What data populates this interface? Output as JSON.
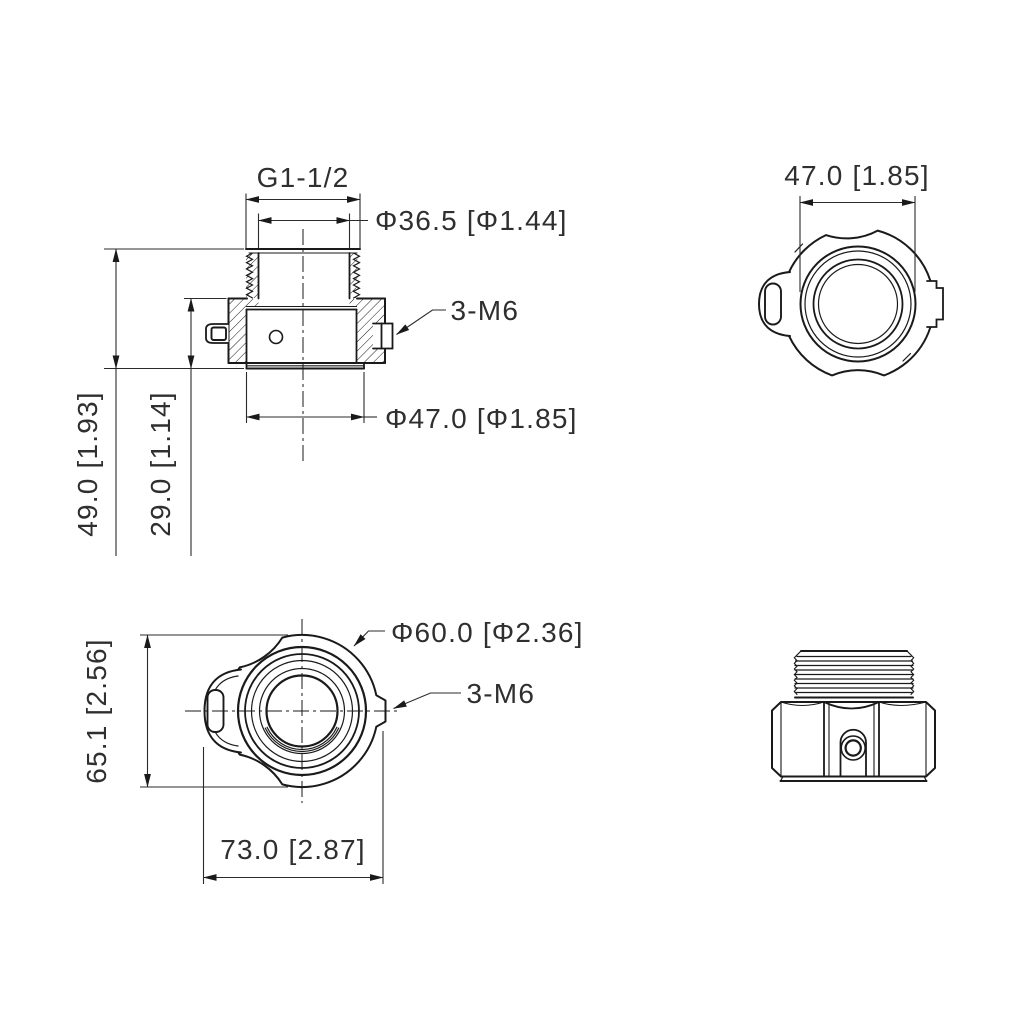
{
  "style": {
    "line_color": "#1a1a1a",
    "dim_line_color": "#2b2b2b",
    "text_color": "#2f2f2f",
    "background": "#ffffff"
  },
  "views": {
    "section": {
      "thread_spec": "G1-1/2",
      "thread_od": "Φ36.5 [Φ1.44]",
      "screw_callout": "3-M6",
      "base_dia": "Φ47.0 [Φ1.85]",
      "overall_height": "49.0 [1.93]",
      "body_height": "29.0 [1.14]"
    },
    "top": {
      "od": "47.0 [1.85]"
    },
    "front": {
      "od": "Φ60.0 [Φ2.36]",
      "screw_callout": "3-M6",
      "height": "65.1 [2.56]",
      "width": "73.0 [2.87]"
    }
  }
}
